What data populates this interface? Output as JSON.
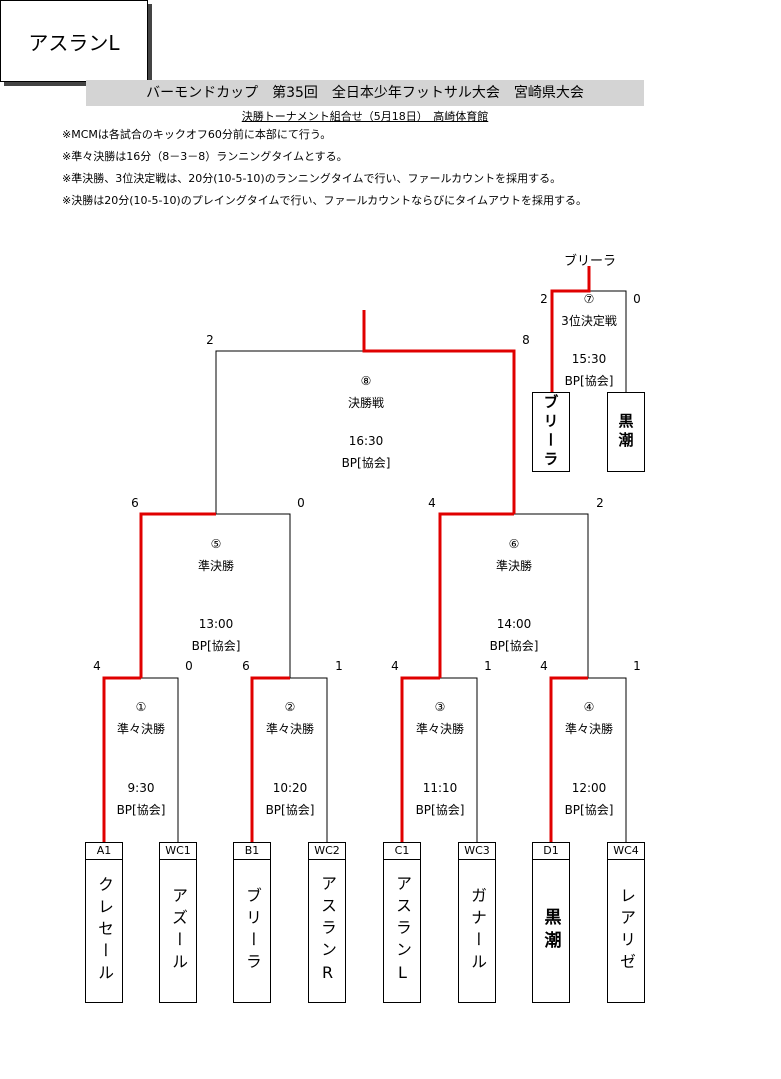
{
  "header": {
    "title": "バーモンドカップ　第35回　全日本少年フットサル大会　宮崎県大会",
    "subtitle": "決勝トーナメント組合せ（5月18日）　高崎体育館"
  },
  "notes": [
    "※MCMは各試合のキックオフ60分前に本部にて行う。",
    "※準々決勝は16分（8－3－8）ランニングタイムとする。",
    "※準決勝、3位決定戦は、20分(10-5-10)のランニングタイムで行い、ファールカウントを採用する。",
    "※決勝は20分(10-5-10)のプレイングタイムで行い、ファールカウントならびにタイムアウトを採用する。"
  ],
  "champion": "アスランL",
  "teams": [
    {
      "code": "A1",
      "name": "クレセール"
    },
    {
      "code": "WC1",
      "name": "アズール"
    },
    {
      "code": "B1",
      "name": "ブリーラ"
    },
    {
      "code": "WC2",
      "name": "アスランR"
    },
    {
      "code": "C1",
      "name": "アスランL"
    },
    {
      "code": "WC3",
      "name": "ガナール"
    },
    {
      "code": "D1",
      "name": "黒潮"
    },
    {
      "code": "WC4",
      "name": "レアリゼ"
    }
  ],
  "matches": {
    "qf1": {
      "no": "①",
      "round": "準々決勝",
      "time": "9:30",
      "venue": "BP[協会]",
      "left_score": "4",
      "right_score": "0"
    },
    "qf2": {
      "no": "②",
      "round": "準々決勝",
      "time": "10:20",
      "venue": "BP[協会]",
      "left_score": "6",
      "right_score": "1"
    },
    "qf3": {
      "no": "③",
      "round": "準々決勝",
      "time": "11:10",
      "venue": "BP[協会]",
      "left_score": "4",
      "right_score": "1"
    },
    "qf4": {
      "no": "④",
      "round": "準々決勝",
      "time": "12:00",
      "venue": "BP[協会]",
      "left_score": "4",
      "right_score": "1"
    },
    "sf1": {
      "no": "⑤",
      "round": "準決勝",
      "time": "13:00",
      "venue": "BP[協会]",
      "left_score": "6",
      "right_score": "0"
    },
    "sf2": {
      "no": "⑥",
      "round": "準決勝",
      "time": "14:00",
      "venue": "BP[協会]",
      "left_score": "4",
      "right_score": "2"
    },
    "final": {
      "no": "⑧",
      "round": "決勝戦",
      "time": "16:30",
      "venue": "BP[協会]",
      "left_score": "2",
      "right_score": "8"
    },
    "third": {
      "no": "⑦",
      "round": "3位決定戦",
      "time": "15:30",
      "venue": "BP[協会]",
      "left_score": "2",
      "right_score": "0",
      "winner": "ブリーラ",
      "left_team": "ブリーラ",
      "right_team": "黒潮"
    }
  },
  "colors": {
    "winner_line": "#e00000",
    "line": "#000000",
    "title_bg": "#d4d4d4"
  }
}
